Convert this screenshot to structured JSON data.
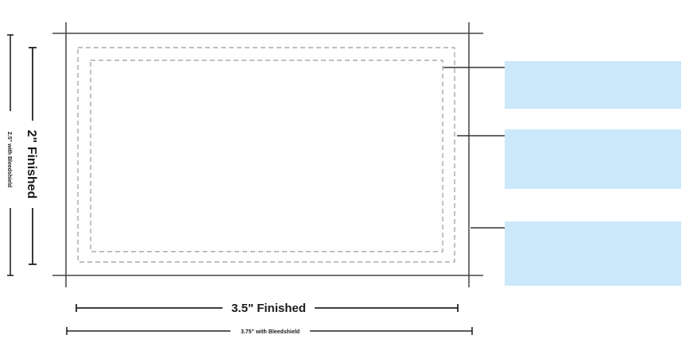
{
  "labels": {
    "height_finished": "2\" Finished",
    "height_with_bleed": "2.5\" with Bleedshield",
    "width_finished": "3.5\" Finished",
    "width_with_bleed": "3.75\" with Bleedshield"
  },
  "colors": {
    "line": "#444444",
    "dashed": "#9a9a9a",
    "callout_fill": "#cce8fb"
  },
  "callouts": [
    {
      "text": ""
    },
    {
      "text": ""
    },
    {
      "text": ""
    }
  ]
}
